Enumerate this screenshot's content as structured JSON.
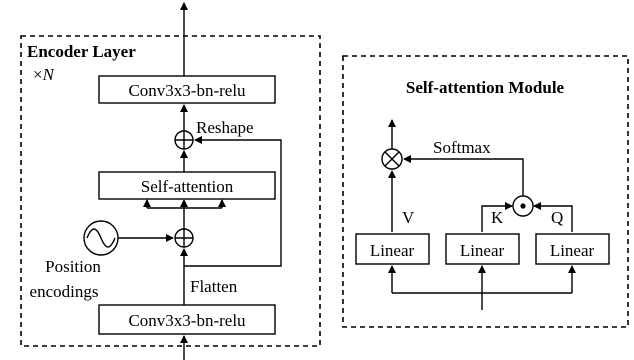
{
  "encoder": {
    "title": "Encoder Layer",
    "repeat_symbol": "×",
    "repeat_var": "N",
    "top_block": "Conv3x3-bn-relu",
    "bottom_block": "Conv3x3-bn-relu",
    "attention_block": "Self-attention",
    "reshape_label": "Reshape",
    "flatten_label": "Flatten",
    "position_label_line1": "Position",
    "position_label_line2": "encodings",
    "icons": [
      "sine-wave-icon",
      "add-circle-icon",
      "multiply-circle-icon",
      "dot-product-circle-icon"
    ]
  },
  "attention_module": {
    "title": "Self-attention Module",
    "linear_v": "Linear",
    "linear_k": "Linear",
    "linear_q": "Linear",
    "v_label": "V",
    "k_label": "K",
    "q_label": "Q",
    "softmax_label": "Softmax"
  }
}
